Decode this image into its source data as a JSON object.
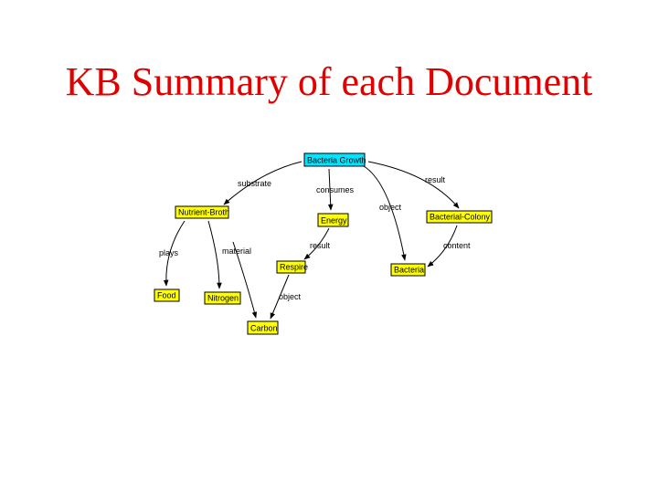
{
  "slide": {
    "title": "KB Summary of each Document"
  },
  "colors": {
    "title": "#e00000",
    "root_node": "#00e5ff",
    "node": "#ffff00"
  },
  "diagram": {
    "nodes": [
      {
        "id": "bacteria-growth",
        "label": "Bacteria Growth",
        "root": true
      },
      {
        "id": "nutrient-broth",
        "label": "Nutrient-Broth"
      },
      {
        "id": "energy",
        "label": "Energy"
      },
      {
        "id": "bacterial-colony",
        "label": "Bacterial-Colony"
      },
      {
        "id": "respire",
        "label": "Respire"
      },
      {
        "id": "bacteria",
        "label": "Bacteria"
      },
      {
        "id": "food",
        "label": "Food"
      },
      {
        "id": "nitrogen",
        "label": "Nitrogen"
      },
      {
        "id": "carbon",
        "label": "Carbon"
      }
    ],
    "edges": [
      {
        "label": "substrate",
        "from": "bacteria-growth",
        "to": "nutrient-broth"
      },
      {
        "label": "consumes",
        "from": "bacteria-growth",
        "to": "energy"
      },
      {
        "label": "object",
        "from": "bacteria-growth",
        "to": "bacteria"
      },
      {
        "label": "result",
        "from": "bacteria-growth",
        "to": "bacterial-colony"
      },
      {
        "label": "plays",
        "from": "nutrient-broth",
        "to": "food"
      },
      {
        "label": "material",
        "from": "nutrient-broth",
        "to": "nitrogen"
      },
      {
        "label": "material",
        "from": "nutrient-broth",
        "to": "carbon"
      },
      {
        "label": "result",
        "from": "energy",
        "to": "respire"
      },
      {
        "label": "content",
        "from": "bacterial-colony",
        "to": "bacteria"
      },
      {
        "label": "object",
        "from": "respire",
        "to": "carbon"
      }
    ]
  }
}
